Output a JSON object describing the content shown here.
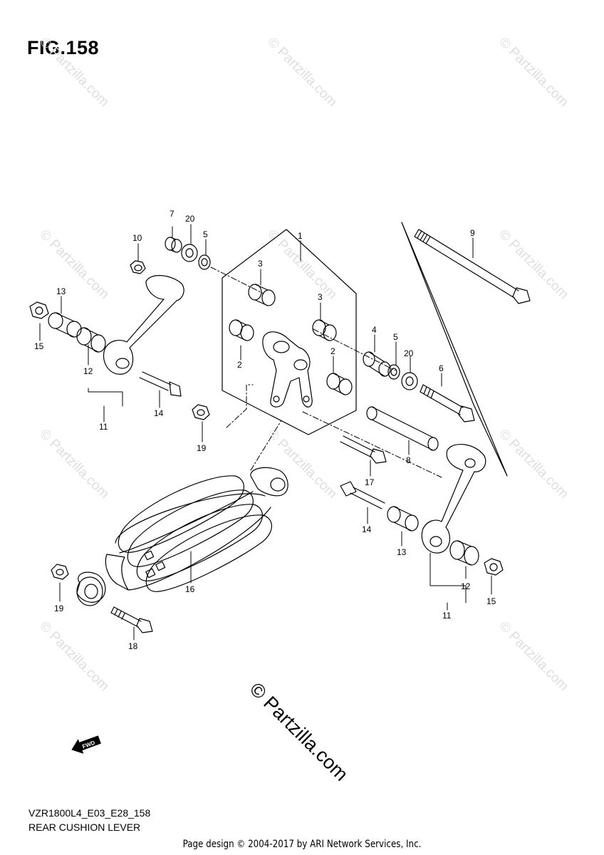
{
  "figure_title": "FIG.158",
  "model_code": "VZR1800L4_E03_E28_158",
  "diagram_name": "REAR CUSHION LEVER",
  "footer": "Page design © 2004-2017 by ARI Network Services, Inc.",
  "watermark": "© Partzilla.com",
  "watermark_large": "© Partzilla.com",
  "fwd_label": "FWD",
  "callouts": {
    "c1": "1",
    "c2a": "2",
    "c2b": "2",
    "c3a": "3",
    "c3b": "3",
    "c4": "4",
    "c5a": "5",
    "c5b": "5",
    "c6": "6",
    "c7": "7",
    "c8": "8",
    "c9": "9",
    "c10": "10",
    "c11a": "11",
    "c11b": "11",
    "c12a": "12",
    "c12b": "12",
    "c13a": "13",
    "c13b": "13",
    "c14a": "14",
    "c14b": "14",
    "c15a": "15",
    "c15b": "15",
    "c16": "16",
    "c17": "17",
    "c18": "18",
    "c19a": "19",
    "c19b": "19",
    "c20a": "20",
    "c20b": "20"
  }
}
